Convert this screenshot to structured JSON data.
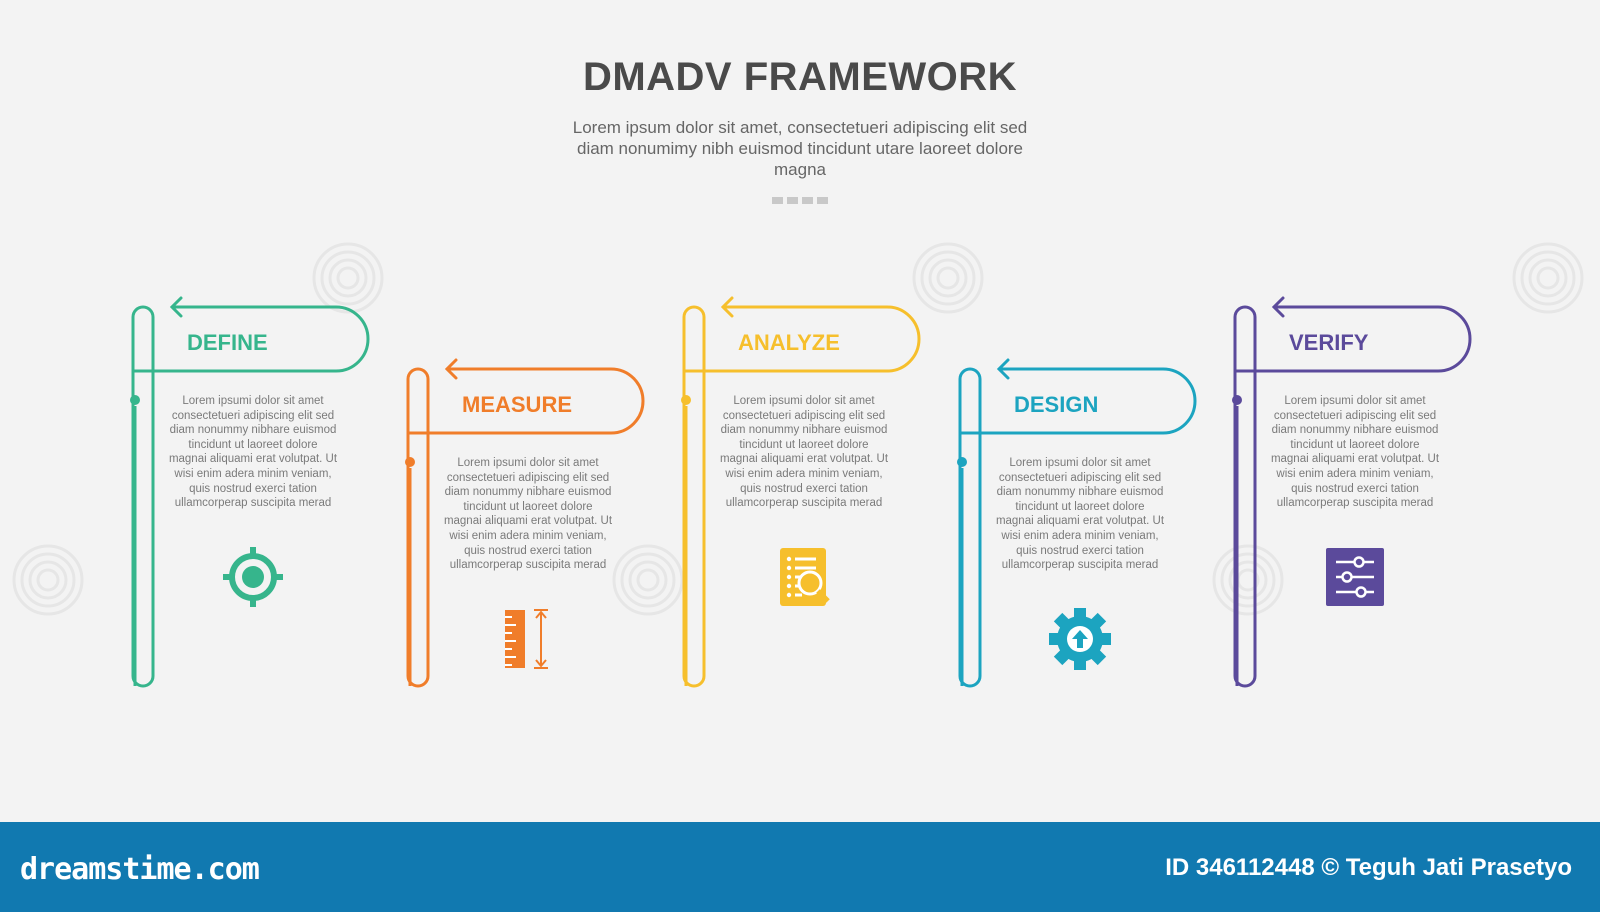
{
  "title": "DMADV FRAMEWORK",
  "subtitle": "Lorem ipsum dolor sit amet, consectetueri adipiscing elit sed diam nonumimy nibh euismod tincidunt utare laoreet dolore magna",
  "steps": [
    {
      "label": "DEFINE",
      "color": "#36b58c",
      "icon": "target-icon",
      "body": "Lorem ipsumi dolor sit amet consectetueri adipiscing elit sed diam nonummy nibhare euismod tincidunt ut laoreet dolore magnai aliquami erat volutpat. Ut wisi enim adera minim veniam, quis nostrud exerci tation ullamcorperap suscipita merad"
    },
    {
      "label": "MEASURE",
      "color": "#f07d2a",
      "icon": "ruler-icon",
      "body": "Lorem ipsumi dolor sit amet consectetueri adipiscing elit sed diam nonummy nibhare euismod tincidunt ut laoreet dolore magnai aliquami erat volutpat. Ut wisi enim adera minim veniam, quis nostrud exerci tation ullamcorperap suscipita merad"
    },
    {
      "label": "ANALYZE",
      "color": "#f6bf2c",
      "icon": "document-search-icon",
      "body": "Lorem ipsumi dolor sit amet consectetueri adipiscing elit sed diam nonummy nibhare euismod tincidunt ut laoreet dolore magnai aliquami erat volutpat. Ut wisi enim adera minim veniam, quis nostrud exerci tation ullamcorperap suscipita merad"
    },
    {
      "label": "DESIGN",
      "color": "#1ca4c0",
      "icon": "gear-upload-icon",
      "body": "Lorem ipsumi dolor sit amet consectetueri adipiscing elit sed diam nonummy nibhare euismod tincidunt ut laoreet dolore magnai aliquami erat volutpat. Ut wisi enim adera minim veniam, quis nostrud exerci tation ullamcorperap suscipita merad"
    },
    {
      "label": "VERIFY",
      "color": "#5b4a9b",
      "icon": "sliders-icon",
      "body": "Lorem ipsumi dolor sit amet consectetueri adipiscing elit sed diam nonummy nibhare euismod tincidunt ut laoreet dolore magnai aliquami erat volutpat. Ut wisi enim adera minim veniam, quis nostrud exerci tation ullamcorperap suscipita merad"
    }
  ],
  "watermark": "dreamstime",
  "footer": {
    "brand": "dreamstime.com",
    "credit": "ID 346112448 © Teguh Jati Prasetyo",
    "background": "#1179b0"
  }
}
